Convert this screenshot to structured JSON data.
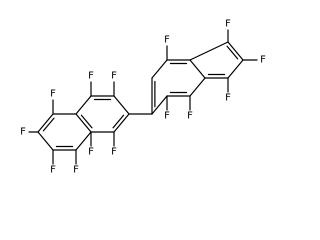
{
  "molecule": {
    "atom_symbol": "F",
    "substituents": [
      {
        "id": "F1",
        "label": "F"
      },
      {
        "id": "F2",
        "label": "F"
      },
      {
        "id": "F3",
        "label": "F"
      },
      {
        "id": "F4",
        "label": "F"
      },
      {
        "id": "F5",
        "label": "F"
      },
      {
        "id": "F6",
        "label": "F"
      },
      {
        "id": "F7",
        "label": "F"
      },
      {
        "id": "F8",
        "label": "F"
      },
      {
        "id": "F9",
        "label": "F"
      },
      {
        "id": "F10",
        "label": "F"
      },
      {
        "id": "F11",
        "label": "F"
      },
      {
        "id": "F12",
        "label": "F"
      },
      {
        "id": "F13",
        "label": "F"
      },
      {
        "id": "F14",
        "label": "F"
      }
    ]
  },
  "colors": {
    "bond": "#000000",
    "label": "#000000",
    "background": "#ffffff"
  }
}
